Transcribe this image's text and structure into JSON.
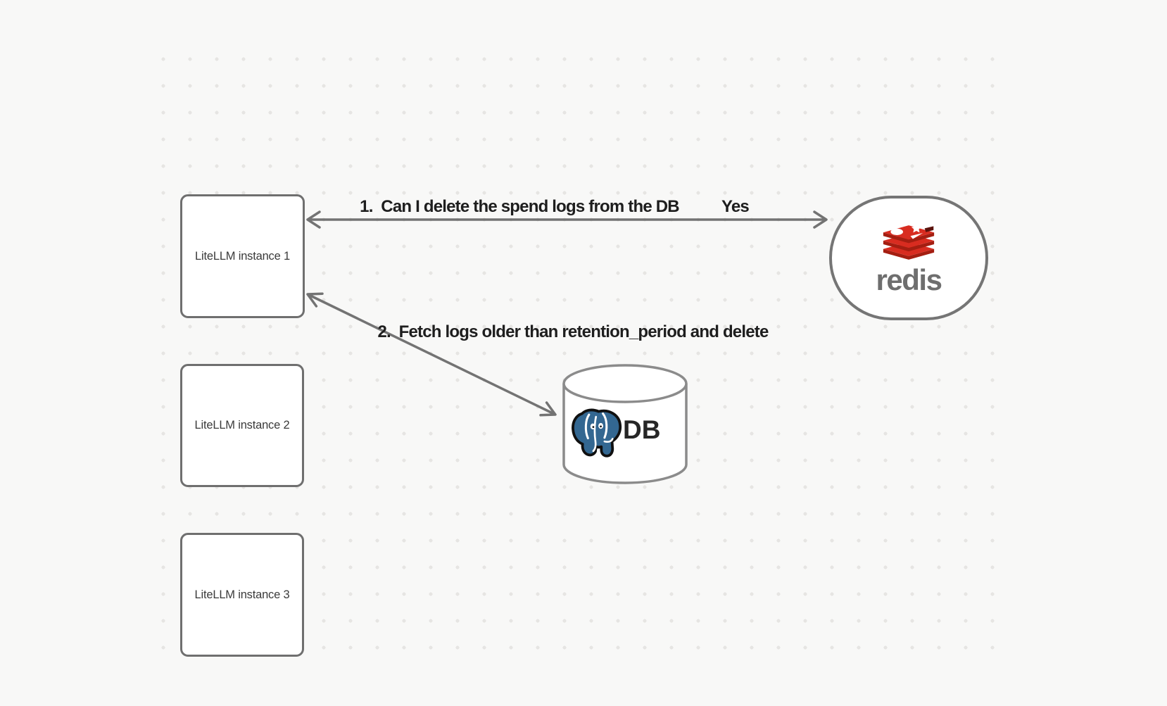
{
  "nodes": {
    "instance1": {
      "label": "LiteLLM instance 1"
    },
    "instance2": {
      "label": "LiteLLM instance 2"
    },
    "instance3": {
      "label": "LiteLLM instance 3"
    },
    "redis": {
      "wordmark": "redis"
    },
    "db": {
      "label": "DB"
    }
  },
  "arrows": {
    "step1": {
      "label": "1.  Can I delete the spend logs from the DB",
      "answer": "Yes"
    },
    "step2": {
      "label": "2.  Fetch logs older than retention_period and delete"
    }
  },
  "colors": {
    "background": "#f8f8f7",
    "grid_dot": "#e6e5e3",
    "stroke_gray": "#737373",
    "cylinder_gray": "#8b8b8b",
    "label_text": "#1e1e1e",
    "node_text": "#3a3a3a",
    "redis_wordmark_gray": "#6e6e6e",
    "redis_red": "#d82c20",
    "redis_dark_red": "#a41e11",
    "postgres_blue": "#336791"
  }
}
